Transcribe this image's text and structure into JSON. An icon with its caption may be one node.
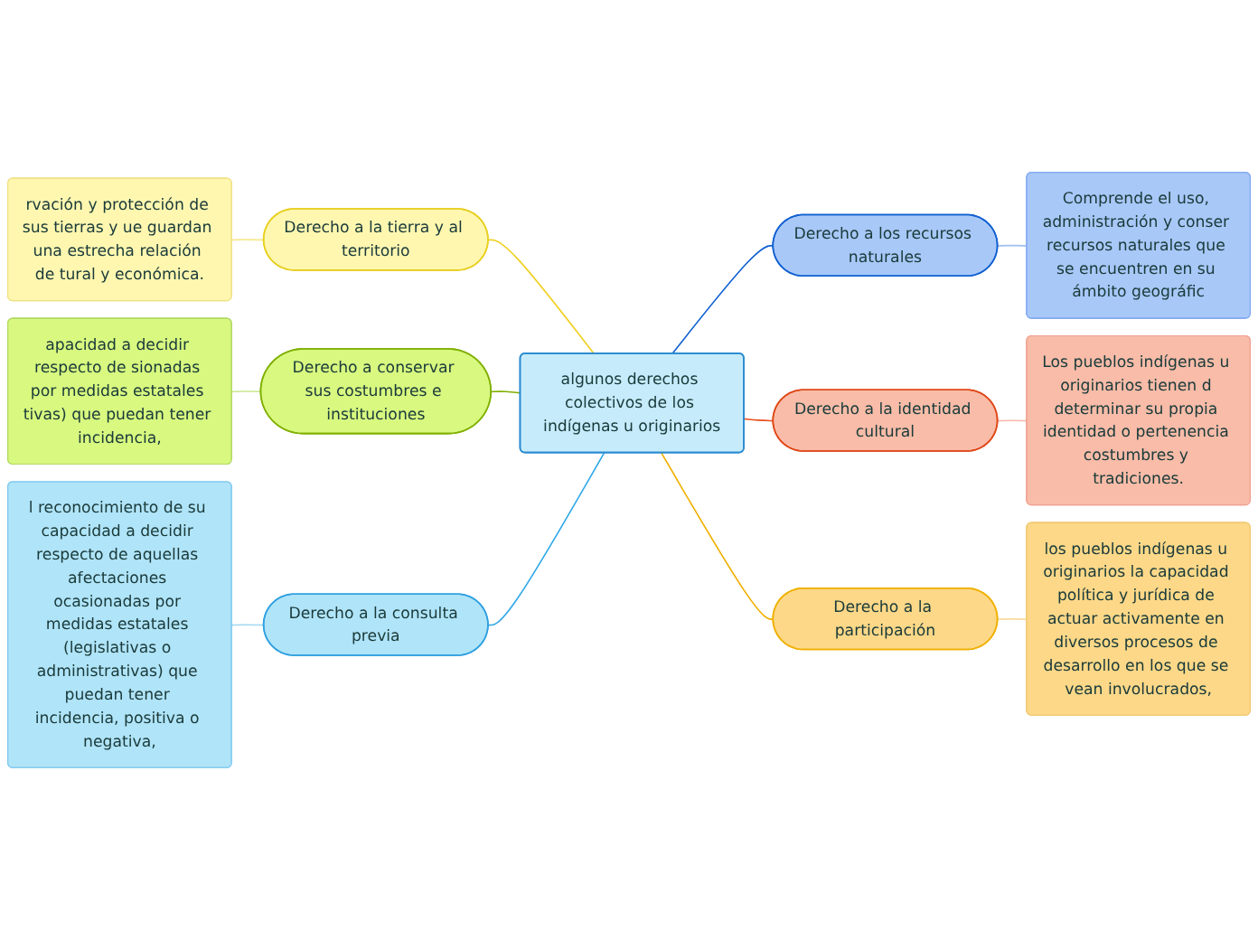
{
  "diagram": {
    "nodes": [
      {
        "text": [
          "algunos derechos colectivos de los indígenas u originarios"
        ]
      },
      {
        "text": [
          "Derecho a la tierra y al territorio"
        ]
      },
      {
        "text": [
          "rvación y protección de sus tierras y ue guardan una estrecha relación de tural y económica."
        ]
      },
      {
        "text": [
          "Derecho a conservar sus costumbres e instituciones"
        ]
      },
      {
        "text": [
          "apacidad a decidir respecto de sionadas por medidas estatales tivas) que puedan tener incidencia,"
        ]
      },
      {
        "text": [
          "Derecho a la consulta previa"
        ]
      },
      {
        "text": [
          "l reconocimiento de su capacidad a decidir respecto de aquellas afectaciones ocasionadas por medidas estatales (legislativas o administrativas) que puedan tener incidencia, positiva o negativa,"
        ]
      },
      {
        "text": [
          "Derecho a los recursos naturales"
        ]
      },
      {
        "text": [
          "Comprende el uso, administración y conser recursos naturales que se encuentren en su ámbito geográfic"
        ]
      },
      {
        "text": [
          "Derecho a la identidad cultural"
        ]
      },
      {
        "text": [
          "Los pueblos indígenas u originarios tienen d determinar su propia identidad o pertenencia costumbres y tradiciones."
        ]
      },
      {
        "text": [
          "Derecho a la participación"
        ]
      },
      {
        "text": [
          "los pueblos indígenas u originarios la capacidad política y jurídica de actuar activamente en diversos procesos de desarrollo en los que se vean involucrados,"
        ]
      }
    ],
    "edges": [
      {
        "from": 0,
        "to": 1,
        "arrow": "none",
        "color": "#f0d020"
      },
      {
        "from": 1,
        "to": 2,
        "arrow": "none",
        "color": "#f5e890"
      },
      {
        "from": 0,
        "to": 3,
        "arrow": "none",
        "color": "#80b000"
      },
      {
        "from": 3,
        "to": 4,
        "arrow": "none",
        "color": "#c8e890"
      },
      {
        "from": 0,
        "to": 5,
        "arrow": "none",
        "color": "#30a8e8"
      },
      {
        "from": 5,
        "to": 6,
        "arrow": "none",
        "color": "#a0d8f0"
      },
      {
        "from": 0,
        "to": 7,
        "arrow": "none",
        "color": "#1060d0"
      },
      {
        "from": 7,
        "to": 8,
        "arrow": "none",
        "color": "#a0c0f0"
      },
      {
        "from": 0,
        "to": 9,
        "arrow": "none",
        "color": "#e85020"
      },
      {
        "from": 9,
        "to": 10,
        "arrow": "none",
        "color": "#f8b8a8"
      },
      {
        "from": 0,
        "to": 11,
        "arrow": "none",
        "color": "#f0b000"
      },
      {
        "from": 11,
        "to": 12,
        "arrow": "none",
        "color": "#f8dca0"
      }
    ]
  }
}
